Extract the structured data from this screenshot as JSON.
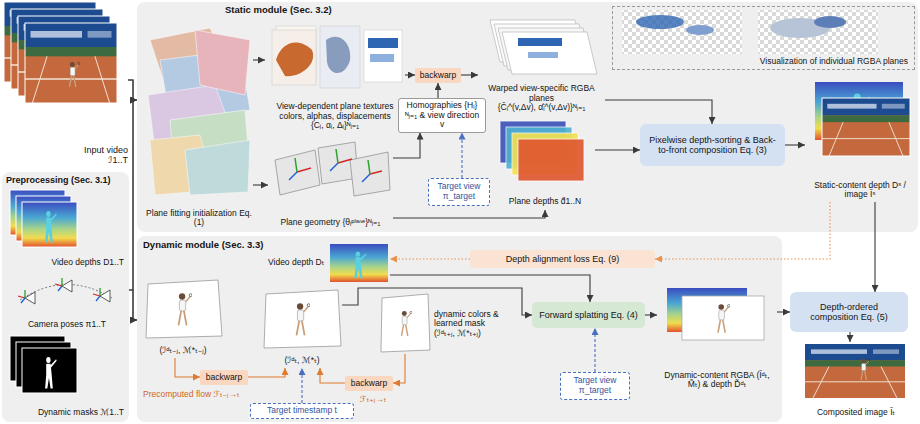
{
  "diagram": {
    "nodes": [
      {
        "text": [
          "Input video ℐ1..T"
        ]
      },
      {
        "text": [
          "Static module (Sec. 3.2)"
        ]
      },
      {
        "text": [
          "Plane fitting initialization Eq. (1)"
        ],
        "in": 1
      },
      {
        "text": [
          "View-dependent plane textures colors, alphas, displacements",
          "{Cᵢ, αᵢ, Δᵢ}ᴺᵢ₌₁"
        ],
        "in": 1
      },
      {
        "text": [
          "backwarp"
        ],
        "in": 1
      },
      {
        "text": [
          "Homographies {Hᵢ}ᴺᵢ₌₁ & view direction v"
        ],
        "in": 1
      },
      {
        "text": [
          "Warped view-specific RGBA planes",
          "{Ĉᵢ^(v,Δv), α̂ᵢ^(v,Δv)}ᴺᵢ₌₁"
        ],
        "in": 1
      },
      {
        "text": [
          "Visualization of individual RGBA planes"
        ],
        "in": 1
      },
      {
        "text": [
          "Plane geometry {θᵢᵖˡᵃⁿᵉ}ᴺᵢ₌₁"
        ],
        "in": 1
      },
      {
        "text": [
          "Target view π_target"
        ],
        "in": 1
      },
      {
        "text": [
          "Plane depths d̂1..N"
        ],
        "in": 1
      },
      {
        "text": [
          "Pixelwise depth-sorting & Back-to-front composition Eq. (3)"
        ],
        "in": 1
      },
      {
        "text": [
          "Static-content depth Dˢ / image Ĩˢ"
        ],
        "in": 1
      },
      {
        "text": [
          "Preprocessing (Sec. 3.1)"
        ]
      },
      {
        "text": [
          "Video depths D1..T"
        ],
        "in": 13
      },
      {
        "text": [
          "Camera poses π1..T"
        ],
        "in": 13
      },
      {
        "text": [
          "Dynamic masks ℳ1..T"
        ],
        "in": 13
      },
      {
        "text": [
          "Dynamic module (Sec. 3.3)"
        ]
      },
      {
        "text": [
          "Video depth Dₜ"
        ],
        "in": 17
      },
      {
        "text": [
          "Depth alignment loss Eq. (9)"
        ],
        "in": 17
      },
      {
        "text": [
          "(ℐᵈₜ₋ⱼ, ℳ*ₜ₋ⱼ)"
        ],
        "in": 17
      },
      {
        "text": [
          "backwarp"
        ],
        "in": 17
      },
      {
        "text": [
          "(ℐᵈₜ, ℳ*ₜ)"
        ],
        "in": 17
      },
      {
        "text": [
          "backwarp"
        ],
        "in": 17
      },
      {
        "text": [
          "dynamic colors & learned mask",
          "(ℐᵈₜ₊ⱼ, ℳ*ₜ₊ⱼ)"
        ],
        "in": 17
      },
      {
        "text": [
          "Target timestamp t"
        ],
        "in": 17
      },
      {
        "text": [
          "Forward splatting Eq. (4)"
        ],
        "in": 17
      },
      {
        "text": [
          "Target view π_target"
        ],
        "in": 17
      },
      {
        "text": [
          "Dynamic-content RGBA (Ĩᵈₜ, M̃ₜ) & depth D̃ᵈₜ"
        ],
        "in": 17
      },
      {
        "text": [
          "Depth-ordered composition Eq. (5)"
        ]
      },
      {
        "text": [
          "Composited image Ĩₜ"
        ]
      }
    ],
    "edges": [
      {
        "from": 0,
        "to": 1,
        "arrow": "to"
      },
      {
        "from": 0,
        "to": 17,
        "arrow": "to"
      },
      {
        "from": 13,
        "to": 1,
        "arrow": "to"
      },
      {
        "from": 13,
        "to": 17,
        "arrow": "to"
      },
      {
        "from": 2,
        "to": 3,
        "arrow": "to"
      },
      {
        "from": 2,
        "to": 8,
        "arrow": "to"
      },
      {
        "from": 3,
        "to": 4,
        "arrow": "to"
      },
      {
        "from": 5,
        "to": 4,
        "arrow": "to"
      },
      {
        "from": 4,
        "to": 6,
        "arrow": "to"
      },
      {
        "from": 8,
        "to": 5,
        "arrow": "to"
      },
      {
        "from": 9,
        "to": 5,
        "arrow": "to"
      },
      {
        "from": 8,
        "to": 10,
        "arrow": "to"
      },
      {
        "from": 6,
        "to": 11,
        "arrow": "to"
      },
      {
        "from": 10,
        "to": 11,
        "arrow": "to"
      },
      {
        "from": 11,
        "to": 12,
        "arrow": "to"
      },
      {
        "from": 12,
        "to": 29,
        "arrow": "to"
      },
      {
        "from": 12,
        "to": 19,
        "arrow": "to"
      },
      {
        "from": 19,
        "to": 18,
        "arrow": "to"
      },
      {
        "from": 18,
        "to": 26,
        "arrow": "to"
      },
      {
        "from": 20,
        "to": 21,
        "arrow": "to"
      },
      {
        "from": 21,
        "to": 22,
        "arrow": "to"
      },
      {
        "from": 24,
        "to": 23,
        "arrow": "to"
      },
      {
        "from": 23,
        "to": 22,
        "arrow": "to"
      },
      {
        "from": 25,
        "to": 22,
        "arrow": "to"
      },
      {
        "from": 22,
        "to": 26,
        "arrow": "to"
      },
      {
        "from": 27,
        "to": 26,
        "arrow": "to"
      },
      {
        "from": 26,
        "to": 28,
        "arrow": "to"
      },
      {
        "from": 28,
        "to": 29,
        "arrow": "to"
      },
      {
        "from": 29,
        "to": 30,
        "arrow": "to"
      }
    ],
    "labels": [
      "Precomputed flow ℱₜ₋ⱼ→ₜ",
      "ℱₜ₊ⱼ→ₜ"
    ]
  }
}
